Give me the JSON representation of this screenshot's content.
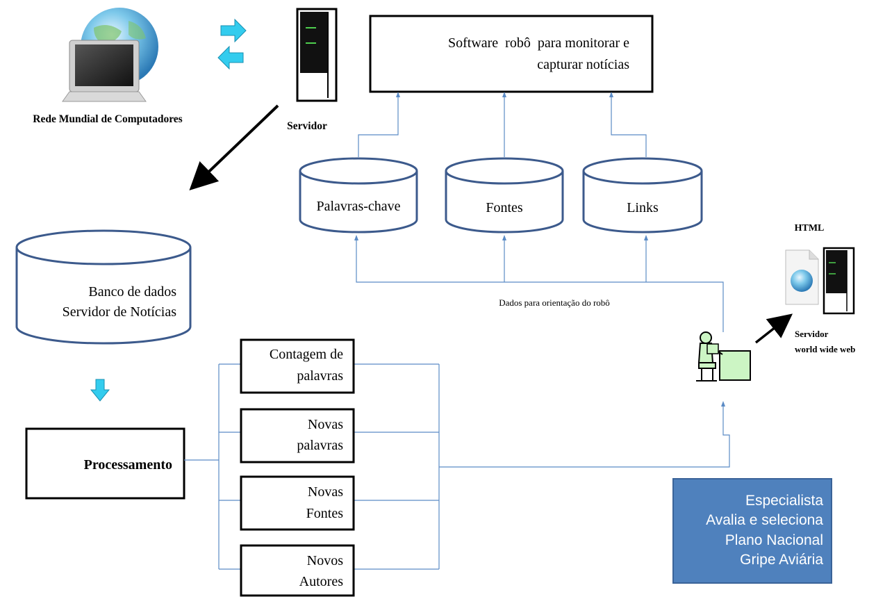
{
  "network": {
    "label": "Rede Mundial de Computadores",
    "icon": "computer-globe-icon"
  },
  "server": {
    "label": "Servidor",
    "icon": "server-tower-icon"
  },
  "robot_box": {
    "line1": "Software  robô  para monitorar e",
    "line2": "capturar notícias"
  },
  "databases": [
    {
      "label": "Palavras-chave"
    },
    {
      "label": "Fontes"
    },
    {
      "label": "Links"
    }
  ],
  "guidance_label": "Dados para orientação do robô",
  "main_db": {
    "line1": "Banco de dados",
    "line2": "Servidor de Notícias"
  },
  "processing": {
    "label": "Processamento"
  },
  "outputs": [
    {
      "line1": "Contagem de",
      "line2": "palavras"
    },
    {
      "line1": "Novas",
      "line2": "palavras"
    },
    {
      "line1": "Novas",
      "line2": "Fontes"
    },
    {
      "line1": "Novos",
      "line2": "Autores"
    }
  ],
  "html_server": {
    "title": "HTML",
    "line1": "Servidor",
    "line2": "world wide web",
    "icon": "web-document-server-icon"
  },
  "specialist": {
    "icon": "person-at-computer-icon"
  },
  "specialist_box": {
    "line1": "Especialista",
    "line2": "Avalia e seleciona",
    "line3": "Plano Nacional",
    "line4": "Gripe Aviária",
    "color": "#4f81bd"
  },
  "colors": {
    "connector": "#5b8bc5",
    "cyan_arrow": "#33ccee",
    "db_stroke": "#3c5a8c"
  }
}
